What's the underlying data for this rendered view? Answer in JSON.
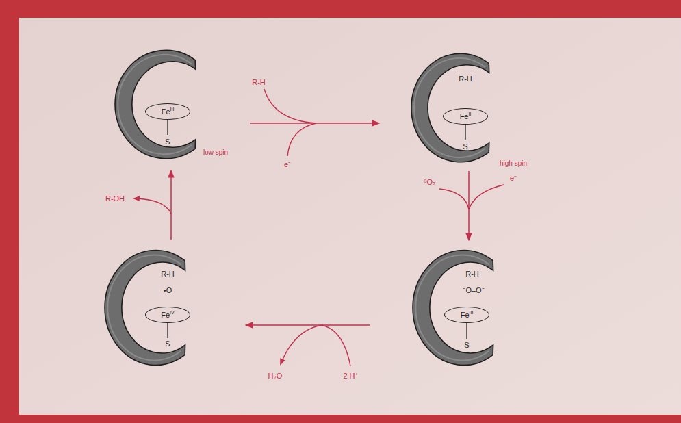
{
  "diagram": {
    "nodes": [
      {
        "text": [
          "S",
          "low spin"
        ]
      },
      {
        "text": [
          "Fe",
          "III"
        ],
        "in": 0
      },
      {
        "text": [
          "R-H",
          "S",
          "high spin"
        ]
      },
      {
        "text": [
          "Fe",
          "II"
        ],
        "in": 2
      },
      {
        "text": [
          "R-H",
          "•O",
          "S"
        ]
      },
      {
        "text": [
          "Fe",
          "IV"
        ],
        "in": 4
      },
      {
        "text": [
          "R-H",
          "⁻O–O⁻",
          "S"
        ]
      },
      {
        "text": [
          "Fe",
          "III"
        ],
        "in": 6
      }
    ],
    "edges": [
      {
        "from": 0,
        "to": 2,
        "arrow": "to"
      },
      {
        "from": 2,
        "to": 6,
        "arrow": "to"
      },
      {
        "from": 6,
        "to": 4,
        "arrow": "to"
      },
      {
        "from": 4,
        "to": 0,
        "arrow": "to"
      }
    ],
    "labels": [
      "R-H",
      "e⁻",
      "³O₂",
      "e⁻",
      "H₂O",
      "2 H⁺",
      "R-OH"
    ]
  }
}
